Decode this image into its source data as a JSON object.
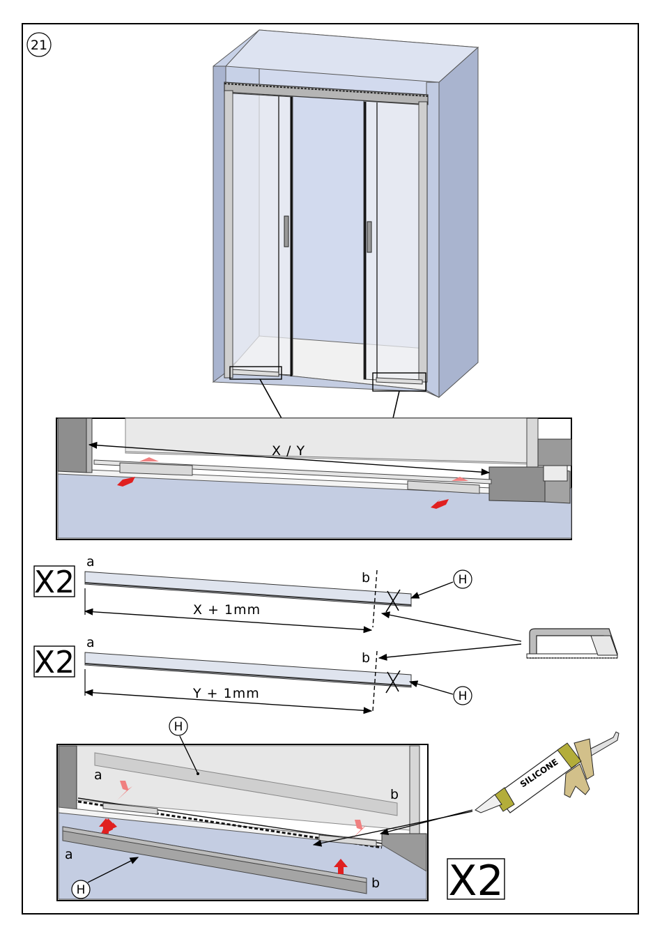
{
  "step_number": "21",
  "cut_label_x": "X / Y",
  "qty_label": "X2",
  "part_h_label": "H",
  "end_a_label": "a",
  "end_b_label": "b",
  "dimension_x": "X + 1mm",
  "dimension_y": "Y + 1mm",
  "sealant_label": "SILICONE",
  "colors": {
    "wall": "#c7d1e7",
    "wall_side": "#a9b4cf",
    "floor": "#c4cde2",
    "frame": "#9a9a9a",
    "glass": "#e9e9e9",
    "arrow": "#e02020",
    "arrow_light": "#f08080",
    "gun": "#d2c08a",
    "tube": "#b3ad3a"
  },
  "icons": [
    "step-number-circle-icon",
    "hacksaw-icon",
    "silicone-gun-icon",
    "part-h-callout-icon"
  ]
}
